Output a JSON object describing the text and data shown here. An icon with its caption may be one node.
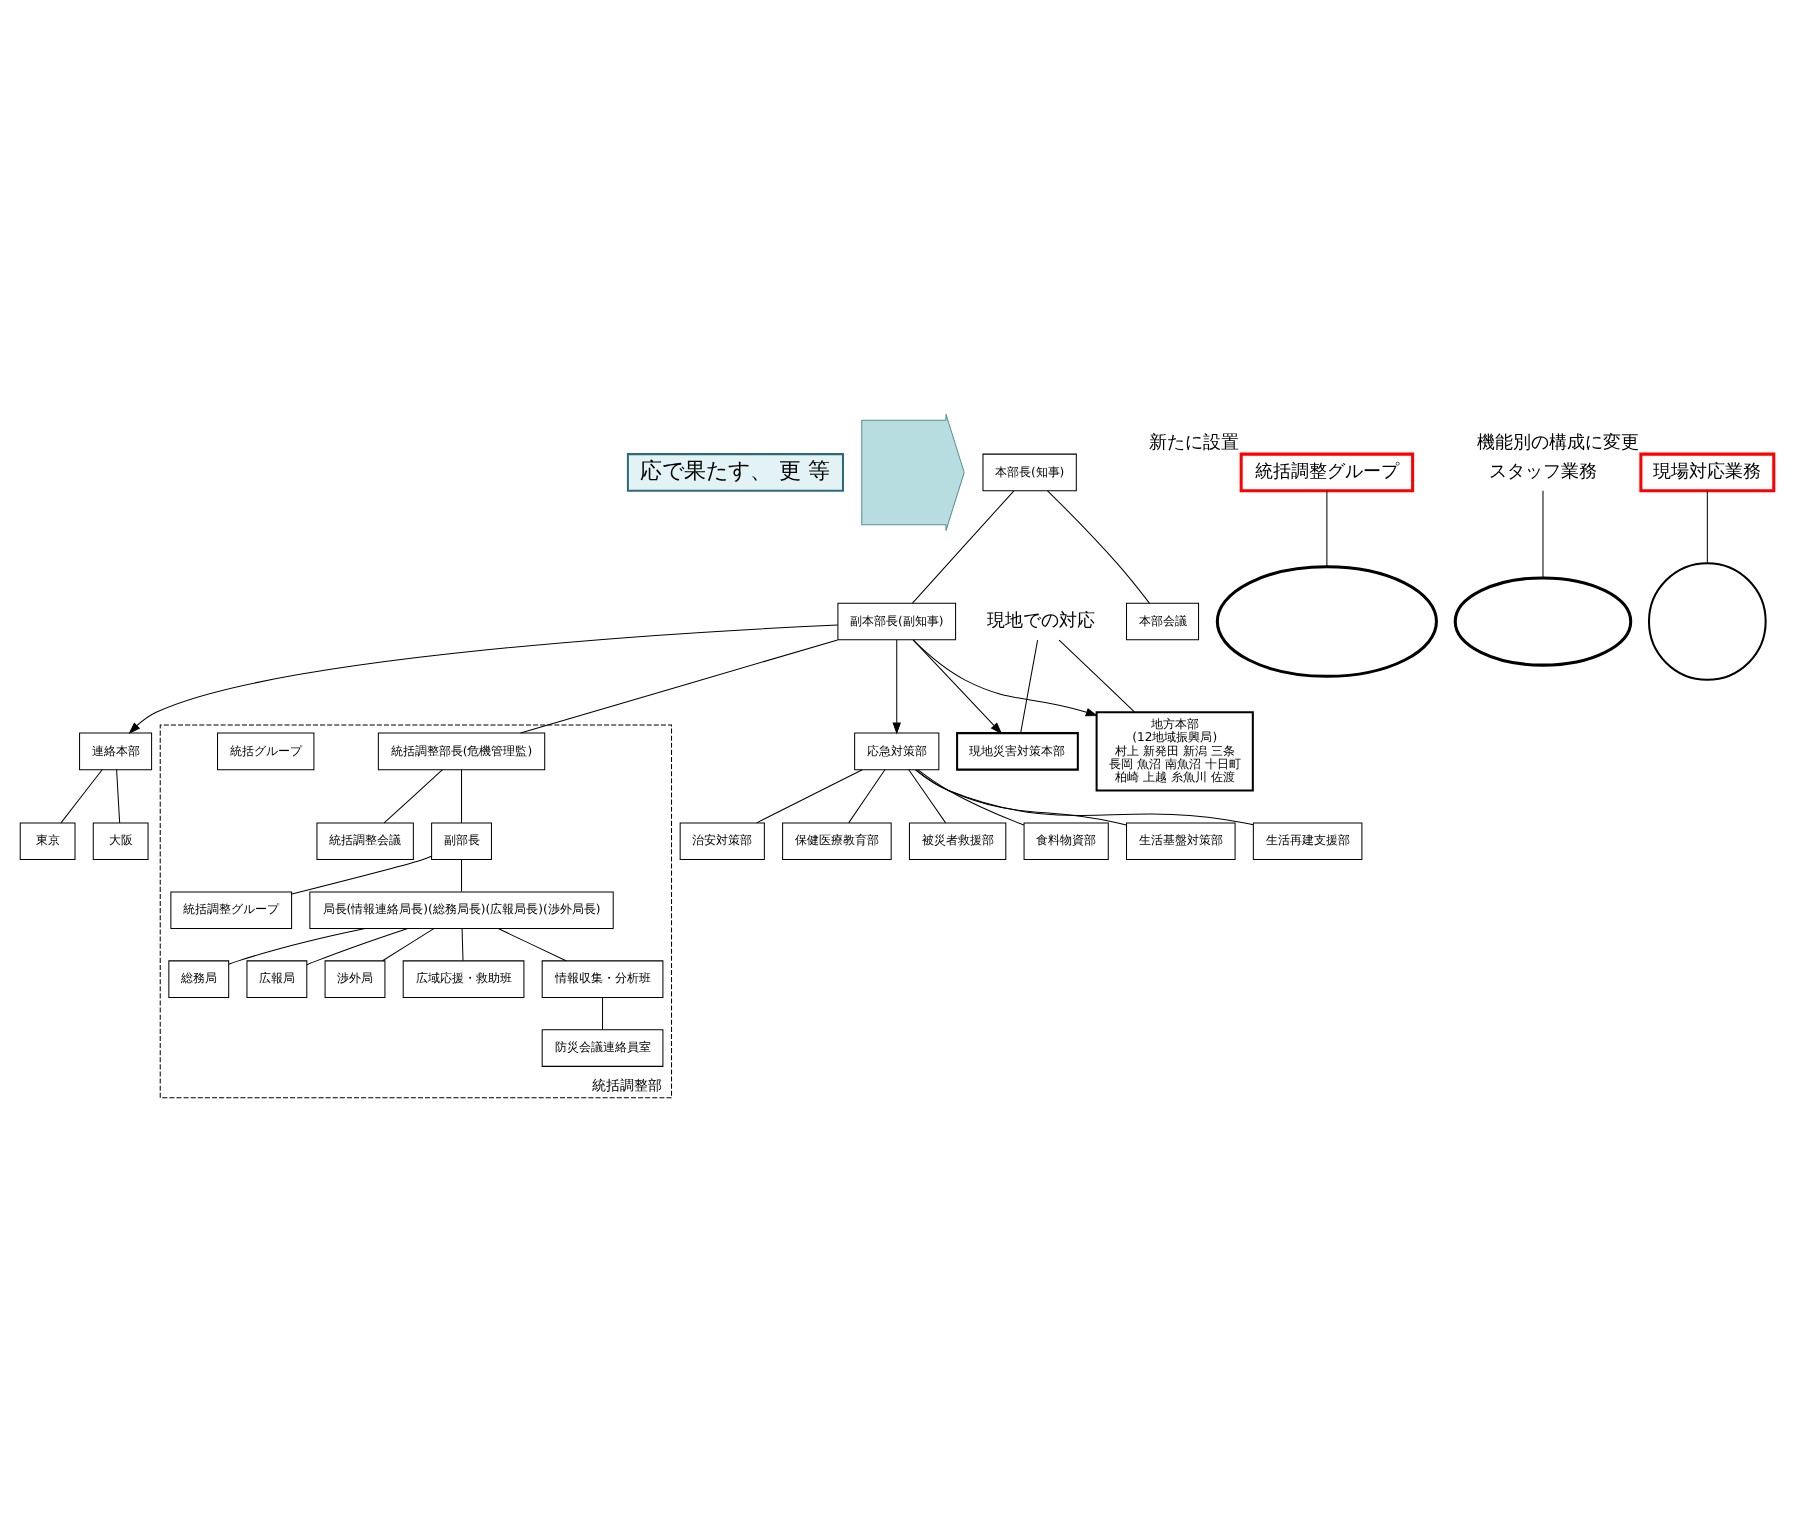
{
  "diagram": {
    "nodes": [
      {
        "text": [
          "応で果たす、 更 等"
        ]
      },
      {
        "text": [],
        "shape": "arrow"
      },
      {
        "text": [
          "本部長(知事)"
        ]
      },
      {
        "text": [
          "本部会議"
        ]
      },
      {
        "text": [
          "副本部長(副知事)"
        ]
      },
      {
        "text": [
          "統括調整部"
        ]
      },
      {
        "text": [
          "統括調整部長(危機管理監)"
        ],
        "in": 5
      },
      {
        "text": [
          "統括グループ"
        ],
        "in": 5
      },
      {
        "text": [
          "統括調整会議"
        ],
        "in": 5
      },
      {
        "text": [
          "副部長"
        ],
        "in": 5
      },
      {
        "text": [
          "統括調整グループ"
        ],
        "in": 5
      },
      {
        "text": [
          "局長(情報連絡局長)(総務局長)(広報局長)(渉外局長)"
        ],
        "in": 5
      },
      {
        "text": [
          "総務局"
        ],
        "in": 5
      },
      {
        "text": [
          "広報局"
        ],
        "in": 5
      },
      {
        "text": [
          "渉外局"
        ],
        "in": 5
      },
      {
        "text": [
          "広域応援・救助班"
        ],
        "in": 5
      },
      {
        "text": [
          "情報収集・分析班"
        ],
        "in": 5
      },
      {
        "text": [
          "防災会議連絡員室"
        ],
        "in": 5
      },
      {
        "text": [],
        "shape": "ellipse"
      },
      {
        "text": [],
        "shape": "ellipse"
      },
      {
        "text": [
          "統括調整グループ"
        ],
        "beside": [
          "新たに設置"
        ]
      },
      {
        "text": [
          "スタッフ業務"
        ]
      },
      {
        "text": [
          "現地での対応"
        ]
      },
      {
        "text": [
          "現地災害対策本部"
        ]
      },
      {
        "text": [
          "応急対策部"
        ]
      },
      {
        "text": [
          "保健医療教育部"
        ]
      },
      {
        "text": [
          "被災者救援部"
        ]
      },
      {
        "text": [
          "食料物資部"
        ]
      },
      {
        "text": [
          "生活基盤対策部"
        ]
      },
      {
        "text": [
          "生活再建支援部"
        ]
      },
      {
        "text": [
          "治安対策部"
        ]
      },
      {
        "text": [
          "地方本部",
          "(12地域振興局)",
          "村上 新発田 新潟 三条",
          "長岡 魚沼 南魚沼 十日町",
          "柏崎 上越 糸魚川 佐渡"
        ]
      },
      {
        "text": [
          "連絡本部"
        ]
      },
      {
        "text": [
          "東京"
        ]
      },
      {
        "text": [
          "大阪"
        ]
      },
      {
        "text": [
          "現場対応業務"
        ],
        "beside": [
          "機能別の構成に変更"
        ]
      },
      {
        "text": [],
        "shape": "circle"
      }
    ],
    "edges": [
      {
        "from": 2,
        "to": 3,
        "arrow": "none"
      },
      {
        "from": 2,
        "to": 4,
        "arrow": "none"
      },
      {
        "from": 4,
        "to": 6,
        "arrow": "none"
      },
      {
        "from": 6,
        "to": 8,
        "arrow": "none"
      },
      {
        "from": 6,
        "to": 9,
        "arrow": "none"
      },
      {
        "from": 9,
        "to": 10,
        "arrow": "none"
      },
      {
        "from": 9,
        "to": 11,
        "arrow": "none"
      },
      {
        "from": 11,
        "to": 12,
        "arrow": "none"
      },
      {
        "from": 11,
        "to": 13,
        "arrow": "none"
      },
      {
        "from": 11,
        "to": 14,
        "arrow": "none"
      },
      {
        "from": 11,
        "to": 15,
        "arrow": "none"
      },
      {
        "from": 11,
        "to": 16,
        "arrow": "none"
      },
      {
        "from": 16,
        "to": 17,
        "arrow": "none"
      },
      {
        "from": 4,
        "to": 23,
        "arrow": "to"
      },
      {
        "from": 4,
        "to": 24,
        "arrow": "to"
      },
      {
        "from": 4,
        "to": 31,
        "arrow": "to"
      },
      {
        "from": 4,
        "to": 32,
        "arrow": "to"
      },
      {
        "from": 24,
        "to": 25,
        "arrow": "none"
      },
      {
        "from": 24,
        "to": 26,
        "arrow": "none"
      },
      {
        "from": 24,
        "to": 27,
        "arrow": "none"
      },
      {
        "from": 24,
        "to": 28,
        "arrow": "none"
      },
      {
        "from": 24,
        "to": 29,
        "arrow": "none"
      },
      {
        "from": 24,
        "to": 30,
        "arrow": "none"
      },
      {
        "from": 32,
        "to": 33,
        "arrow": "none"
      },
      {
        "from": 32,
        "to": 34,
        "arrow": "none"
      },
      {
        "from": 20,
        "to": 18,
        "arrow": "none"
      },
      {
        "from": 21,
        "to": 19,
        "arrow": "none"
      },
      {
        "from": 22,
        "to": 23,
        "arrow": "none"
      },
      {
        "from": 22,
        "to": 31,
        "arrow": "none"
      },
      {
        "from": 35,
        "to": 36,
        "arrow": "none"
      }
    ]
  }
}
